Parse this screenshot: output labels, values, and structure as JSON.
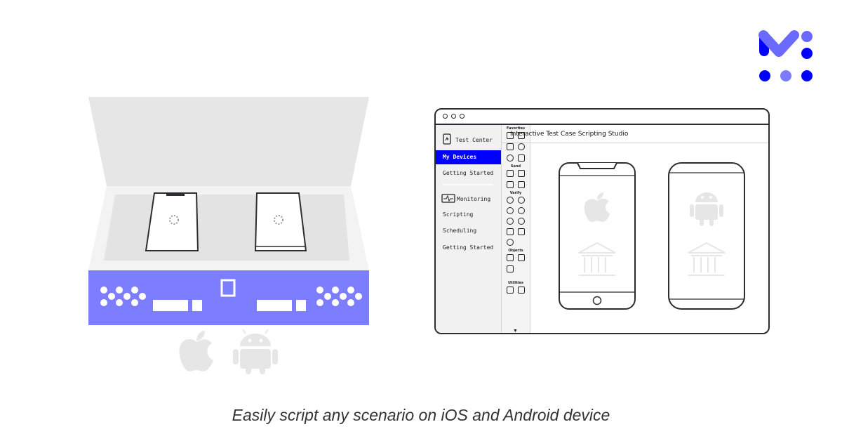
{
  "caption": "Easily script any scenario on iOS and Android device",
  "colors": {
    "brand_blue": "#0000ff",
    "logo_purple": "#7b7bff",
    "box_purple": "#7d7dff",
    "box_gray": "#e6e6e6",
    "text_dark": "#333333"
  },
  "window": {
    "title": "Interactive Test Case Scripting Studio",
    "sidebar": {
      "items": [
        {
          "label": "Test Center",
          "icon": "device-icon"
        },
        {
          "label": "My Devices",
          "active": true
        },
        {
          "label": "Getting Started"
        },
        {
          "label": "Monitoring",
          "icon": "monitor-icon"
        },
        {
          "label": "Scripting"
        },
        {
          "label": "Scheduling"
        },
        {
          "label": "Getting Started"
        }
      ]
    },
    "palette": {
      "sections": [
        "Favorites",
        "Send",
        "Verify",
        "Objects",
        "Utilities"
      ]
    },
    "devices": [
      {
        "platform": "iOS",
        "icon": "apple-icon"
      },
      {
        "platform": "Android",
        "icon": "android-icon"
      }
    ]
  },
  "box_icons": [
    "apple-icon",
    "android-icon"
  ]
}
